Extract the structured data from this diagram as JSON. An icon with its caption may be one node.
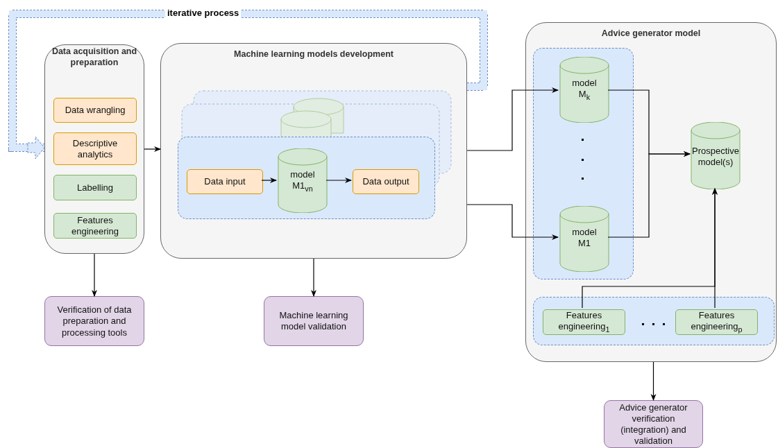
{
  "diagram": {
    "nodes": [
      {
        "text": [
          "Data acquisition and preparation"
        ]
      },
      {
        "text": [
          "Data wrangling"
        ],
        "in": 0
      },
      {
        "text": [
          "Descriptive analytics"
        ],
        "in": 0
      },
      {
        "text": [
          "Labelling"
        ],
        "in": 0
      },
      {
        "text": [
          "Features engineering"
        ],
        "in": 0
      },
      {
        "text": [
          "Machine learning models development"
        ]
      },
      {
        "text": [],
        "shape": "box",
        "in": 5
      },
      {
        "text": [
          "Data input"
        ],
        "in": 6
      },
      {
        "text": [
          "model M1$_{vn}$"
        ],
        "in": 6
      },
      {
        "text": [
          "Data output"
        ],
        "in": 6
      },
      {
        "text": [
          "Advice generator model"
        ]
      },
      {
        "text": [],
        "shape": "box",
        "in": 10
      },
      {
        "text": [
          "model M$_{k}$"
        ],
        "in": 11
      },
      {
        "text": [
          "model M1"
        ],
        "in": 11
      },
      {
        "text": [
          "Prospective model(s)"
        ],
        "in": 10
      },
      {
        "text": [],
        "shape": "box",
        "in": 10
      },
      {
        "text": [
          "Features engineering$_{1}$"
        ],
        "in": 15
      },
      {
        "text": [
          "Features engineering$_{p}$"
        ],
        "in": 15
      },
      {
        "text": [
          "Verification of data preparation and processing tools"
        ]
      },
      {
        "text": [
          "Machine learning model validation"
        ]
      },
      {
        "text": [
          "Advice generator verification (integration) and validation"
        ]
      }
    ],
    "edges": [
      {
        "from": 0,
        "to": 5,
        "arrow": "to"
      },
      {
        "from": 7,
        "to": 8,
        "arrow": "to"
      },
      {
        "from": 8,
        "to": 9,
        "arrow": "to"
      },
      {
        "from": 5,
        "to": 12,
        "arrow": "to"
      },
      {
        "from": 5,
        "to": 13,
        "arrow": "to"
      },
      {
        "from": 12,
        "to": 14,
        "arrow": "to"
      },
      {
        "from": 13,
        "to": 14,
        "arrow": "to"
      },
      {
        "from": 16,
        "to": 14,
        "arrow": "to"
      },
      {
        "from": 17,
        "to": 14,
        "arrow": "to"
      },
      {
        "from": 0,
        "to": 18,
        "arrow": "to"
      },
      {
        "from": 5,
        "to": 19,
        "arrow": "to"
      },
      {
        "from": 10,
        "to": 20,
        "arrow": "to"
      },
      {
        "from": 5,
        "to": 0,
        "arrow": "to",
        "label": "iterative process",
        "style": "thick",
        "color": "#dae8fc"
      }
    ]
  }
}
